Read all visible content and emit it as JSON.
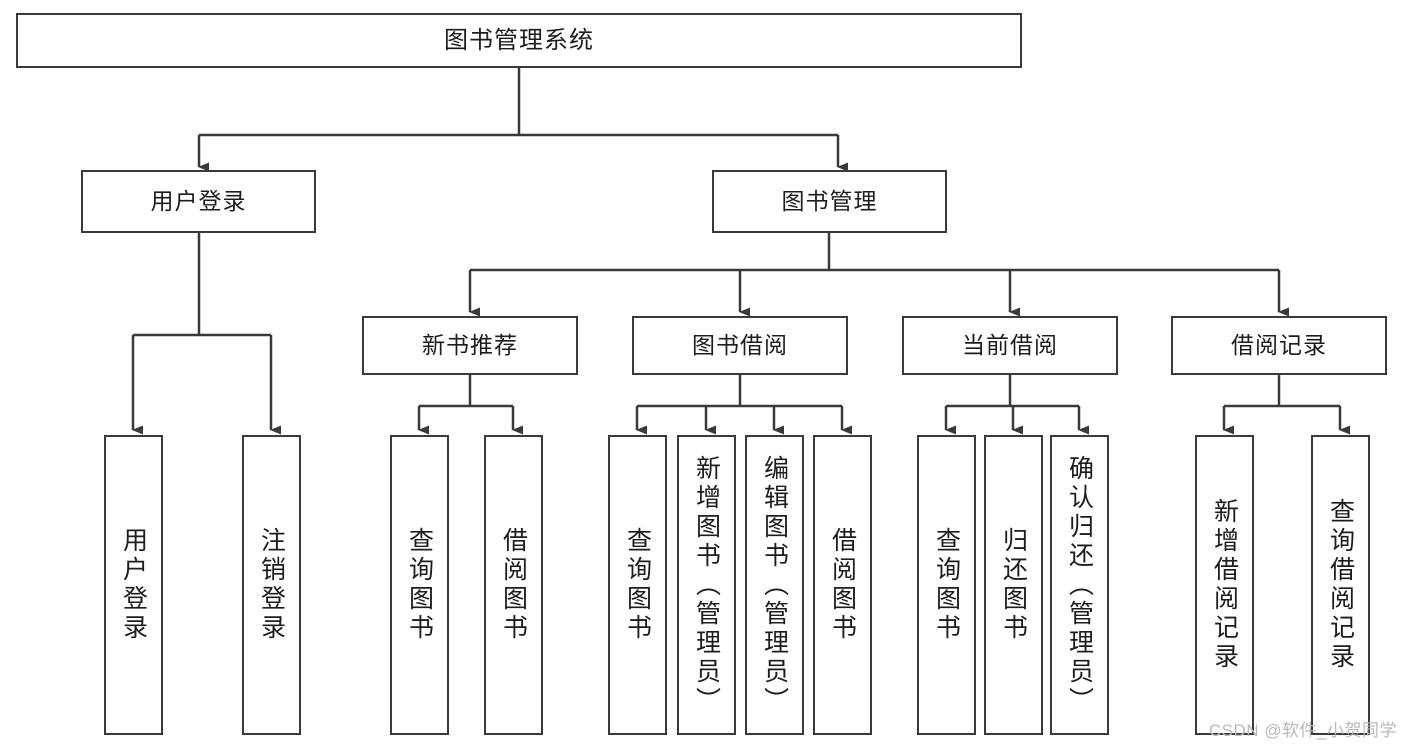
{
  "diagram": {
    "title": "图书管理系统",
    "type": "hierarchy-tree",
    "watermark": "CSDN @软件_小贺同学",
    "colors": {
      "stroke": "#3a3a3a",
      "fill": "#ffffff",
      "text": "#1d1d1d",
      "watermark": "#b9b9b9"
    },
    "nodes": {
      "root": {
        "label": "图书管理系统"
      },
      "level2": [
        {
          "label": "用户登录"
        },
        {
          "label": "图书管理"
        }
      ],
      "level3": [
        {
          "label": "新书推荐"
        },
        {
          "label": "图书借阅"
        },
        {
          "label": "当前借阅"
        },
        {
          "label": "借阅记录"
        }
      ],
      "leaves": {
        "user_login": [
          {
            "label": "用户登录"
          },
          {
            "label": "注销登录"
          }
        ],
        "new_book": [
          {
            "label": "查询图书"
          },
          {
            "label": "借阅图书"
          }
        ],
        "book_borrow": [
          {
            "label": "查询图书"
          },
          {
            "label": "新增图书（管理员）"
          },
          {
            "label": "编辑图书（管理员）"
          },
          {
            "label": "借阅图书"
          }
        ],
        "current_borrow": [
          {
            "label": "查询图书"
          },
          {
            "label": "归还图书"
          },
          {
            "label": "确认归还（管理员）"
          }
        ],
        "borrow_record": [
          {
            "label": "新增借阅记录"
          },
          {
            "label": "查询借阅记录"
          }
        ]
      }
    }
  }
}
